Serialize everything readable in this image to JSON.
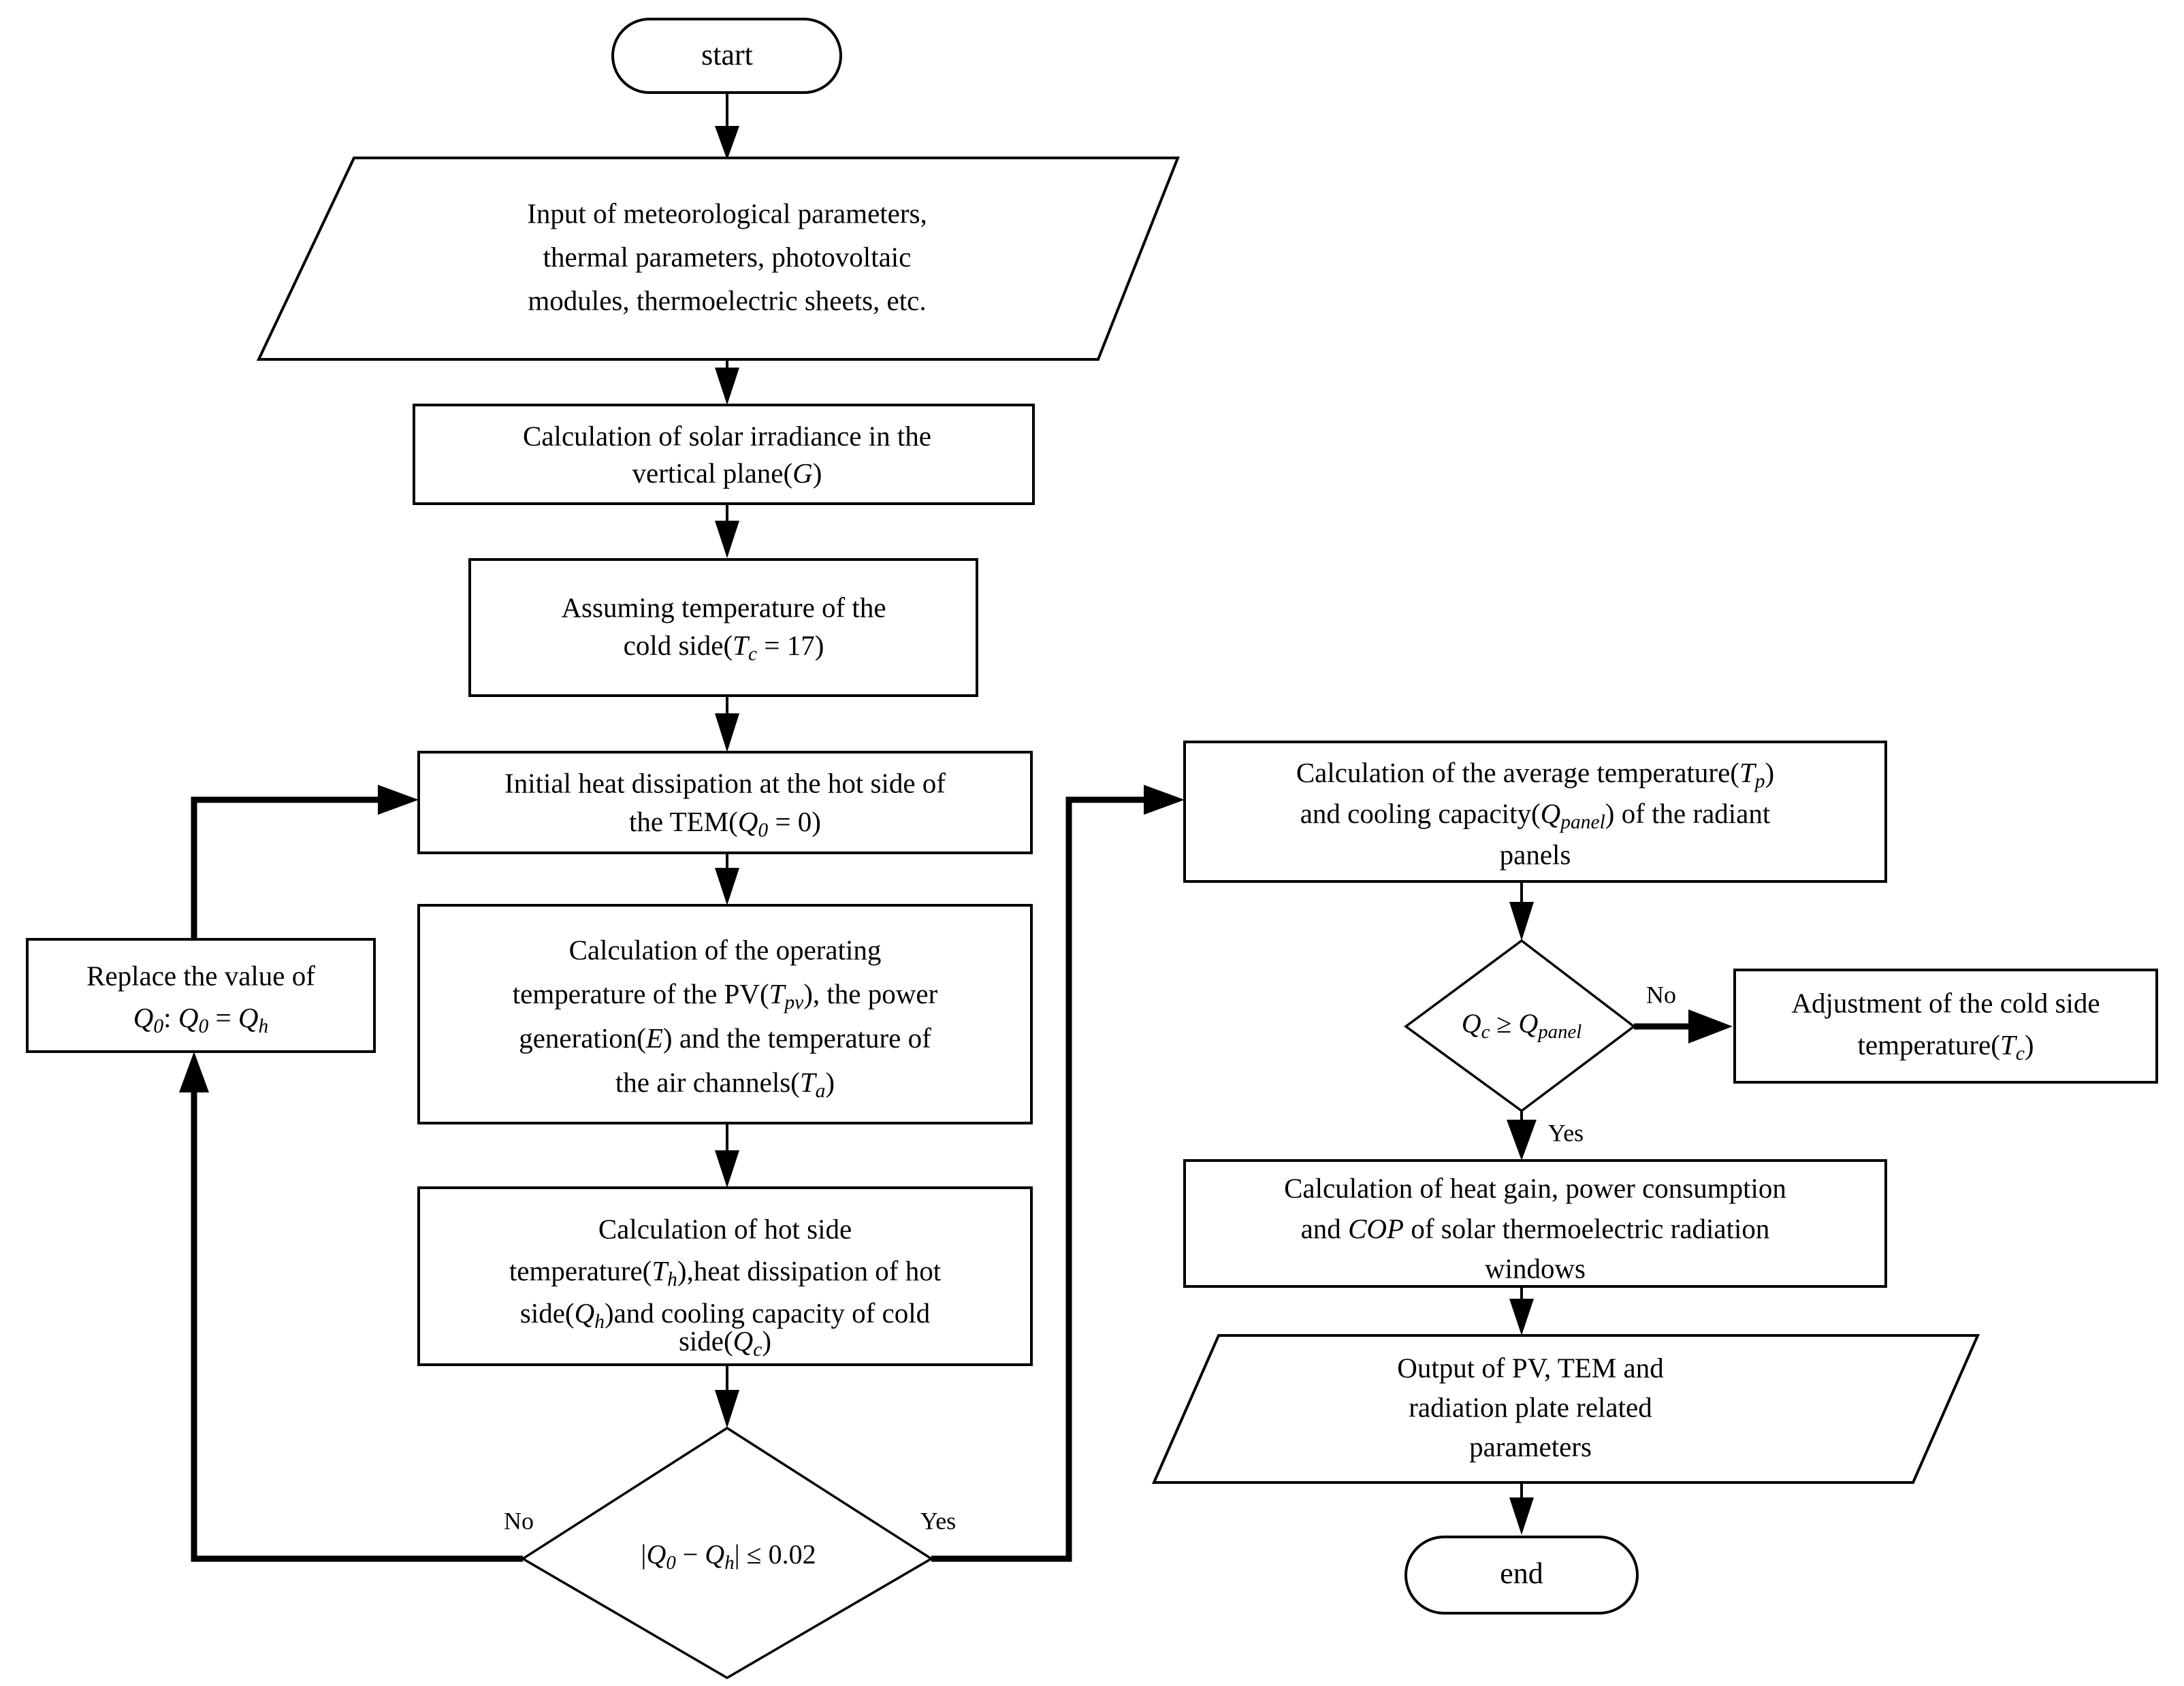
{
  "diagram": {
    "type": "flowchart",
    "title": "Solar thermoelectric radiation window simulation flowchart",
    "orientation": "two-column, top-to-bottom",
    "line_color": "#000000",
    "fill_color": "#ffffff"
  },
  "nodes": {
    "start": {
      "shape": "terminator",
      "label": "start"
    },
    "input_params": {
      "shape": "parallelogram",
      "lines": [
        "Input of meteorological parameters,",
        "thermal parameters, photovoltaic",
        "modules, thermoelectric sheets, etc."
      ]
    },
    "solar_irradiance": {
      "shape": "process",
      "lines": [
        "Calculation of solar irradiance in the",
        "vertical plane(G)"
      ],
      "line1": "Calculation of solar irradiance in the",
      "line2_pre": "vertical plane(",
      "line2_var": "G",
      "line2_post": ")"
    },
    "assume_cold_side": {
      "shape": "process",
      "line1": "Assuming temperature of the",
      "line2_pre": "cold side(",
      "line2_var": "T",
      "line2_sub": "c",
      "line2_post": " = 17)"
    },
    "initial_heat": {
      "shape": "process",
      "line1": "Initial heat dissipation at the hot side of",
      "line2_pre": "the TEM(",
      "line2_var": "Q",
      "line2_sub": "0",
      "line2_post": " = 0)"
    },
    "calc_operating": {
      "shape": "process",
      "line1": "Calculation of the operating",
      "line2_a": "temperature of the PV(",
      "line2_var": "T",
      "line2_sub": "pv",
      "line2_b": "), the power",
      "line3_a": "generation(",
      "line3_var": "E",
      "line3_b": ") and the temperature of",
      "line4_a": "the air channels(",
      "line4_var": "T",
      "line4_sub": "a",
      "line4_b": ")"
    },
    "calc_hot_side": {
      "shape": "process",
      "line1": "Calculation of hot side",
      "line2_a": "temperature(",
      "line2_var": "T",
      "line2_sub": "h",
      "line2_b": "),heat dissipation of hot",
      "line3_a": "side(",
      "line3_var": "Q",
      "line3_sub": "h",
      "line3_b": ")and cooling capacity of cold",
      "line4_a": "side(",
      "line4_var": "Q",
      "line4_sub": "c",
      "line4_b": ")"
    },
    "decision_q": {
      "shape": "decision",
      "expr_abs_open": "|",
      "expr_q0": "Q",
      "expr_q0_sub": "0",
      "expr_minus": " − ",
      "expr_qh": "Q",
      "expr_qh_sub": "h",
      "expr_abs_close": "|",
      "expr_op": " ≤  0.02",
      "text_plain": "|Q0 − Qh| ≤ 0.02"
    },
    "replace_value": {
      "shape": "process",
      "line1": "Replace the value of",
      "line2_q0": "Q",
      "line2_q0_sub": "0",
      "line2_colon": ":  ",
      "line2_q0b": "Q",
      "line2_q0b_sub": "0",
      "line2_eq": " = ",
      "line2_qh": "Q",
      "line2_qh_sub": "h"
    },
    "calc_avg_temp": {
      "shape": "process",
      "line1_a": "Calculation of the average temperature(",
      "line1_var": "T",
      "line1_sub": "p",
      "line1_b": ")",
      "line2_a": "and cooling capacity(",
      "line2_var": "Q",
      "line2_sub": "panel",
      "line2_b": ") of the radiant",
      "line3": "panels"
    },
    "decision_qc": {
      "shape": "decision",
      "expr_qc": "Q",
      "expr_qc_sub": "c",
      "expr_op": " ≥ ",
      "expr_qpanel": "Q",
      "expr_qpanel_sub": "panel",
      "text_plain": "Qc ≥ Qpanel"
    },
    "adjust_cold_side": {
      "shape": "process",
      "line1": "Adjustment of the cold side",
      "line2_a": "temperature(",
      "line2_var": "T",
      "line2_sub": "c",
      "line2_b": ")"
    },
    "calc_cop": {
      "shape": "process",
      "line1": "Calculation of heat gain, power consumption",
      "line2_a": "and ",
      "line2_var": "COP",
      "line2_b": " of solar thermoelectric radiation",
      "line3": "windows"
    },
    "output_params": {
      "shape": "parallelogram",
      "lines": [
        "Output of PV, TEM and",
        "radiation plate related",
        "parameters"
      ]
    },
    "end": {
      "shape": "terminator",
      "label": "end"
    }
  },
  "edges": {
    "yes_label_q": "Yes",
    "no_label_q": "No",
    "yes_label_qc": "Yes",
    "no_label_qc": "No"
  }
}
